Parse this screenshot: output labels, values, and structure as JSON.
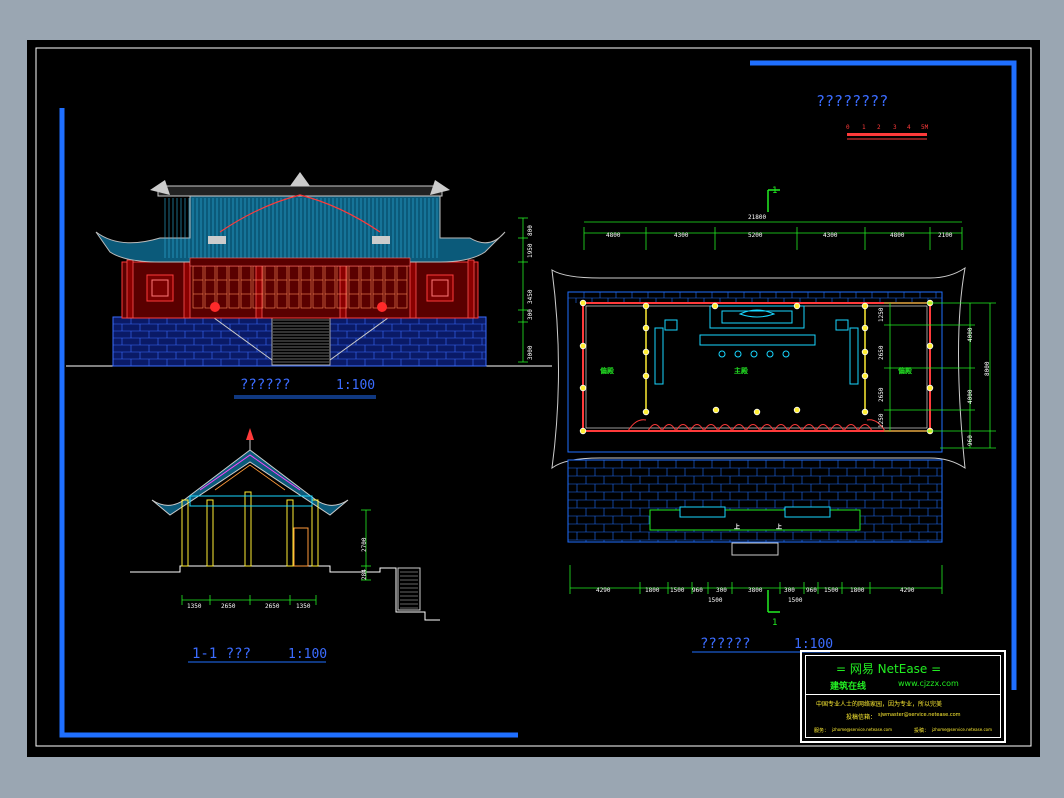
{
  "drawing": {
    "scale_bar_title": "????????",
    "scale_bar_ticks": [
      "0",
      "1",
      "2",
      "3",
      "4",
      "5M"
    ],
    "front_elevation": {
      "title": "??????",
      "scale": "1:100",
      "dims_v": [
        "800",
        "1950",
        "3450",
        "300",
        "3000"
      ]
    },
    "section": {
      "title": "1-1 ???",
      "scale": "1:100",
      "dims_h": [
        "1350",
        "2650",
        "2650",
        "1350"
      ],
      "dims_v": [
        "2700",
        "284"
      ]
    },
    "plan": {
      "title": "??????",
      "scale": "1:100",
      "section_mark": "1",
      "total_width": "21800",
      "dims_top": [
        "4800",
        "4300",
        "5200",
        "4300",
        "4800",
        "2100"
      ],
      "dims_bottom": [
        "4290",
        "1800",
        "1500",
        "960",
        "300",
        "3800",
        "300",
        "960",
        "1500",
        "1800",
        "4290"
      ],
      "dims_bottom2": [
        "1500",
        "1500"
      ],
      "dims_right": [
        "1250",
        "2650",
        "2650",
        "1250"
      ],
      "dims_right2": [
        "4000",
        "4000",
        "960"
      ],
      "dims_right_total": "8000",
      "rooms": {
        "left": "偏殿",
        "center": "主殿",
        "right": "偏殿"
      },
      "step_mark": "上"
    }
  },
  "titleblock": {
    "brand": "=  网易 NetEase  =",
    "site_cn": "建筑在线",
    "site_url": "www.cjzzx.com",
    "slogan": "中国专业人士的网络家园，因为专业，所以完美",
    "contact1_label": "投稿信箱：",
    "contact1": "sjwmaster@service.netease.com",
    "contact2_label": "服务：",
    "contact2": "jzhome@service.netease.com",
    "contact3_label": "投稿：",
    "contact3": "jzhome@service.netease.com"
  },
  "colors": {
    "background": "#000000",
    "frame": "#ffffff",
    "blue": "#1f6fff",
    "cyan": "#18d6ff",
    "green": "#22ee22",
    "red": "#ff3a3a",
    "yellow": "#ffee33",
    "magenta": "#ff44ff",
    "orange": "#ff9a3a"
  }
}
